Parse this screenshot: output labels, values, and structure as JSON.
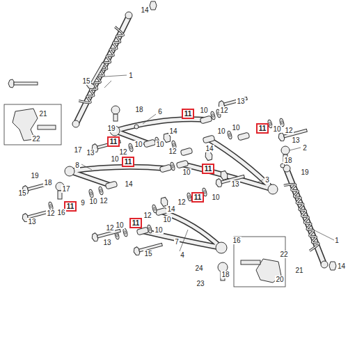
{
  "diagram": {
    "nodes": [
      {
        "text": [
          "11"
        ]
      },
      {
        "text": [
          "11"
        ]
      },
      {
        "text": [
          "11"
        ]
      },
      {
        "text": [
          "11"
        ]
      },
      {
        "text": [
          "11"
        ]
      },
      {
        "text": [
          "11"
        ]
      },
      {
        "text": [
          "11"
        ]
      },
      {
        "text": [
          "11"
        ]
      }
    ],
    "labels": [
      "14",
      "15",
      "1",
      "18",
      "19",
      "6",
      "21",
      "22",
      "17",
      "13",
      "10",
      "12",
      "13",
      "14",
      "10",
      "12",
      "12",
      "10",
      "10",
      "10",
      "10",
      "14",
      "10",
      "12",
      "13",
      "2",
      "18",
      "8",
      "19",
      "10",
      "14",
      "19",
      "3",
      "18",
      "15",
      "17",
      "12",
      "10",
      "9",
      "13",
      "10",
      "12",
      "16",
      "13",
      "12",
      "14",
      "10",
      "12",
      "10",
      "10",
      "12",
      "7",
      "15",
      "13",
      "4",
      "16",
      "22",
      "1",
      "14",
      "20",
      "21",
      "24",
      "18",
      "23"
    ]
  }
}
